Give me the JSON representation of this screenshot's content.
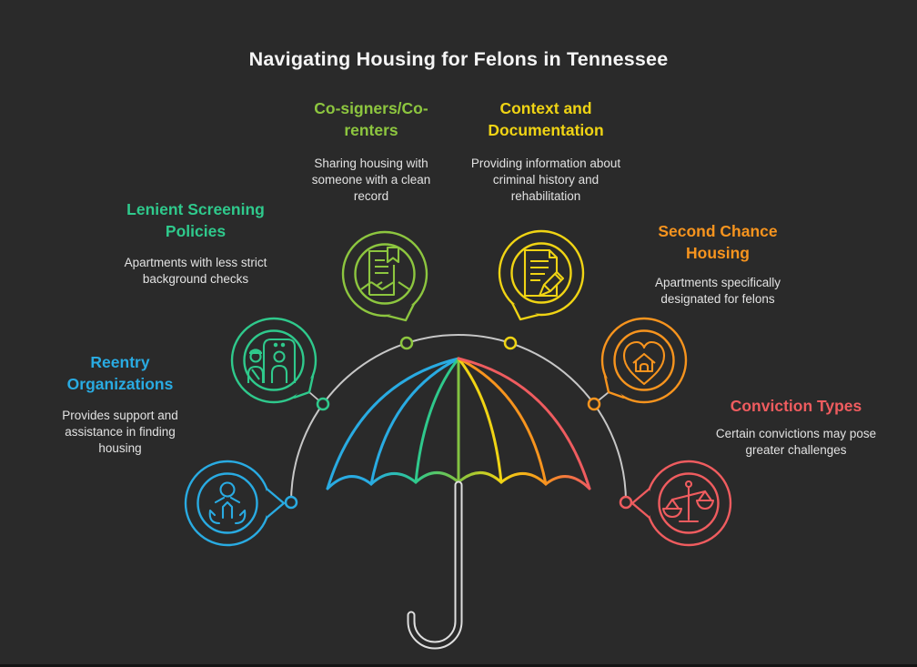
{
  "title": "Navigating Housing for Felons in Tennessee",
  "items": [
    {
      "id": "cosigners",
      "heading": "Co-signers/Co-renters",
      "description": "Sharing housing with someone with a clean record",
      "color": "#8dc63f",
      "icon": "contract-handshake-icon"
    },
    {
      "id": "context",
      "heading": "Context and Documentation",
      "description": "Providing information about criminal history and rehabilitation",
      "color": "#f0d414",
      "icon": "document-pencil-icon"
    },
    {
      "id": "lenient",
      "heading": "Lenient Screening Policies",
      "description": "Apartments with less strict background checks",
      "color": "#2fc98c",
      "icon": "security-screening-icon"
    },
    {
      "id": "secondchance",
      "heading": "Second Chance Housing",
      "description": "Apartments specifically designated for felons",
      "color": "#f7941e",
      "icon": "heart-house-icon"
    },
    {
      "id": "reentry",
      "heading": "Reentry Organizations",
      "description": "Provides support and assistance in finding housing",
      "color": "#29abe2",
      "icon": "supporting-hands-icon"
    },
    {
      "id": "conviction",
      "heading": "Conviction Types",
      "description": "Certain convictions may pose greater challenges",
      "color": "#ef5c5f",
      "icon": "justice-scales-icon"
    }
  ],
  "palette": {
    "background": "#2a2a2a",
    "title_text": "#f5f5f5",
    "body_text": "#e2e2e2",
    "arc_gray": "#c7c7c7",
    "umbrella_pole": "#dedede",
    "blue": "#29abe2",
    "emerald": "#2fc98c",
    "lime": "#8dc63f",
    "yellow": "#f0d414",
    "orange": "#f7941e",
    "red": "#ef5c5f"
  }
}
